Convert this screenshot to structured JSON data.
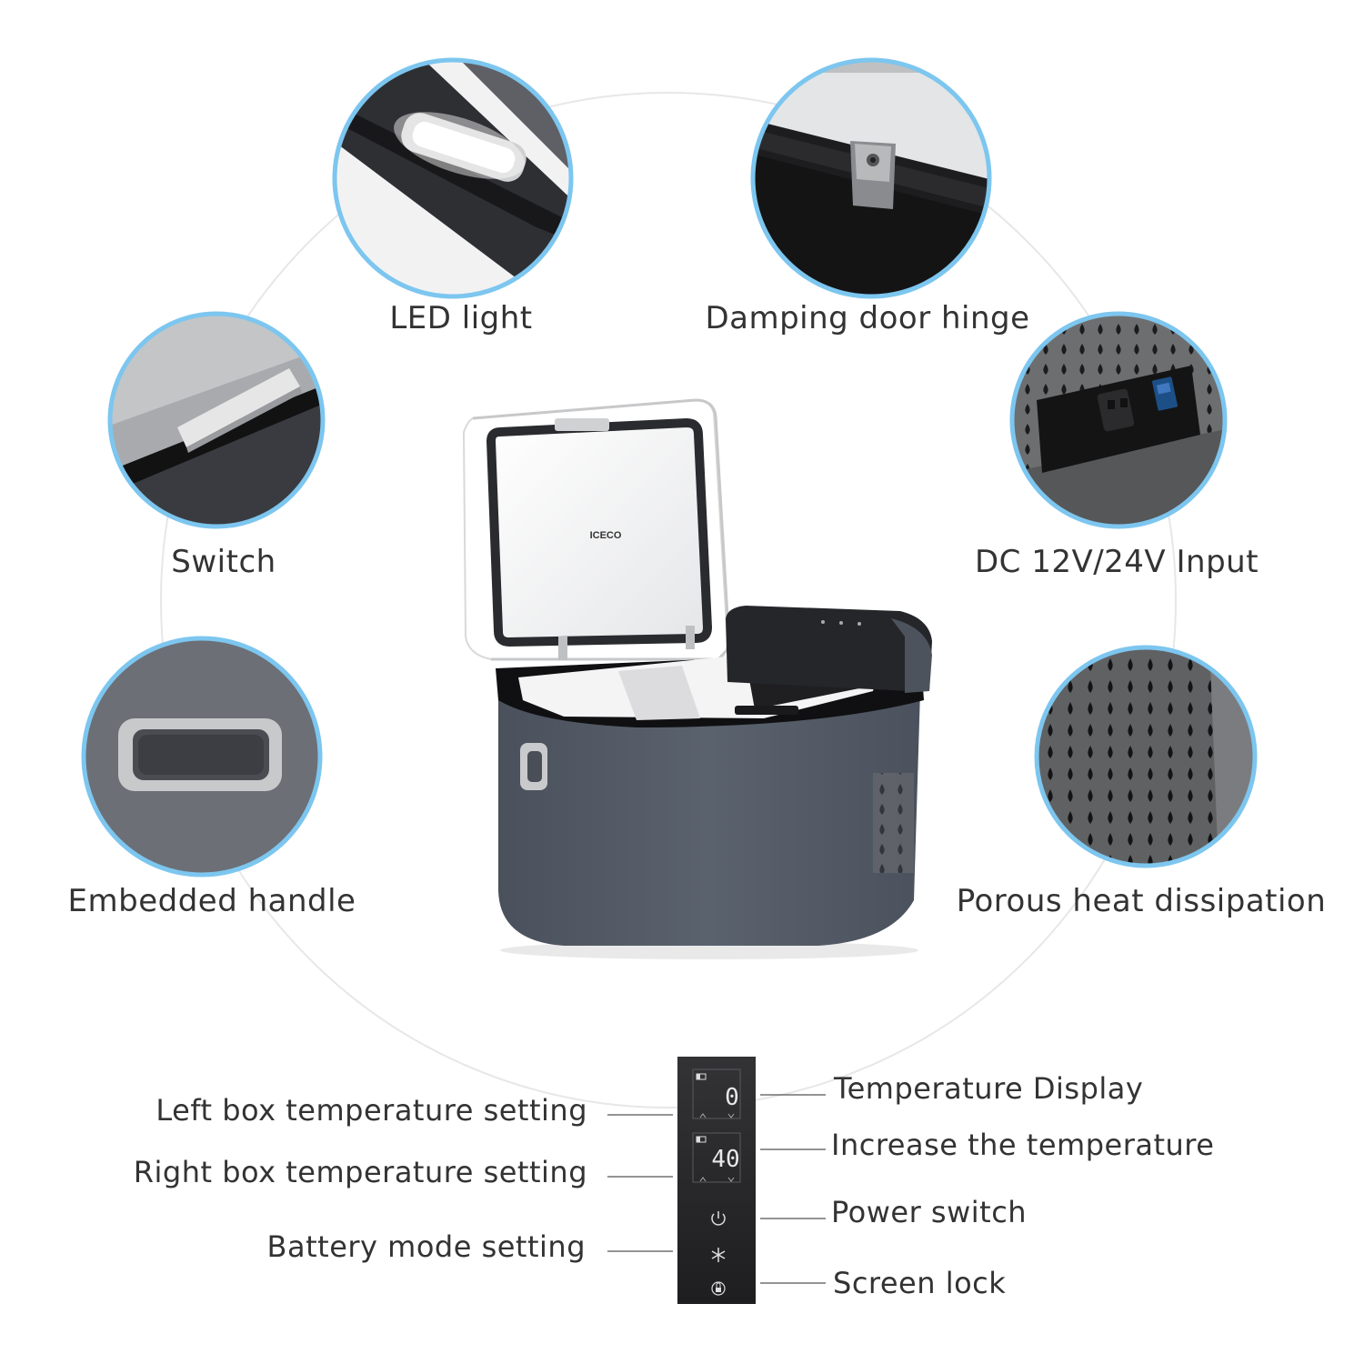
{
  "features": {
    "led_light": "LED light",
    "damping_door_hinge": "Damping door hinge",
    "switch": "Switch",
    "dc_input": "DC 12V/24V Input",
    "embedded_handle": "Embedded handle",
    "porous_heat_dissipation": "Porous heat dissipation"
  },
  "product": {
    "brand": "ICECO"
  },
  "control_panel": {
    "left_labels": {
      "left_box": "Left box temperature setting",
      "right_box": "Right box temperature setting",
      "battery_mode": "Battery mode setting"
    },
    "right_labels": {
      "temp_display": "Temperature Display",
      "increase_temp": "Increase the temperature",
      "power_switch": "Power switch",
      "screen_lock": "Screen lock"
    },
    "display_top": "0",
    "display_bottom": "40"
  },
  "colors": {
    "circle_ring": "#7cc6ef",
    "cooler_body": "#525a66",
    "panel_bg": "#2a2a2c"
  },
  "icons": [
    "power-icon",
    "snowflake-icon",
    "lock-icon",
    "chevron-up-icon",
    "chevron-down-icon"
  ]
}
